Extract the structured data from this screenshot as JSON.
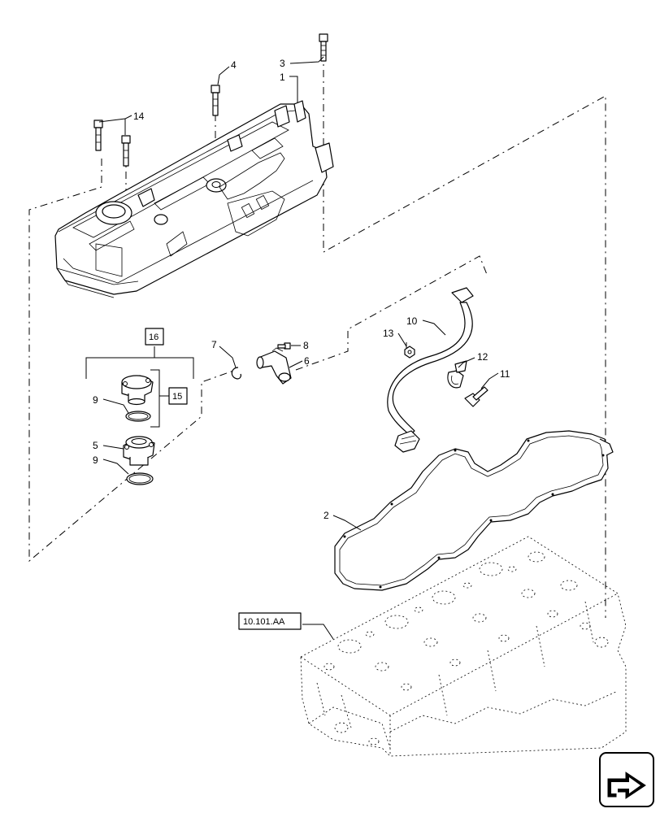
{
  "callouts": {
    "c1": "1",
    "c2": "2",
    "c3": "3",
    "c4": "4",
    "c5": "5",
    "c6": "6",
    "c7": "7",
    "c8": "8",
    "c9a": "9",
    "c9b": "9",
    "c10": "10",
    "c11": "11",
    "c12": "12",
    "c13": "13",
    "c14": "14"
  },
  "boxed_labels": {
    "group_16": "16",
    "group_15": "15",
    "reference": "10.101.AA"
  },
  "icons": {
    "navigation": "next-page-arrow-icon"
  }
}
